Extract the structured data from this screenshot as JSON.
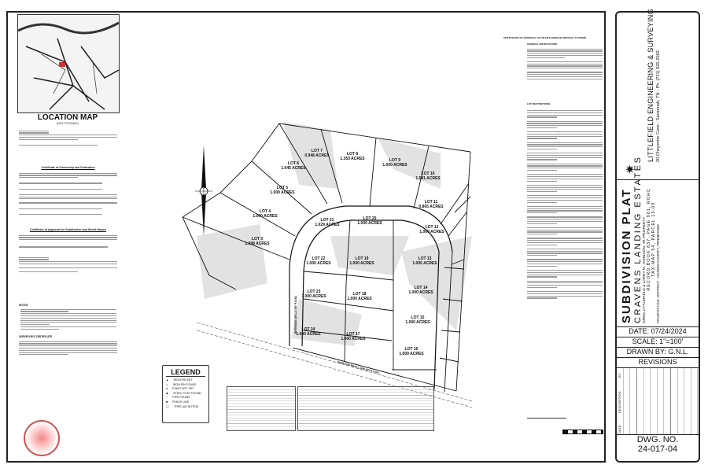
{
  "left_panel": {
    "location_map_title": "LOCATION MAP",
    "location_map_subtitle": "(NOT TO SCALE)",
    "cert_ownership_title": "Certificate of Ownership and Dedication",
    "cert_approval_title": "Certificate of Approval for Subdivision and Street Names",
    "notes_title": "NOTES:",
    "surveyor_cert_title": "SURVEYOR'S CERTIFICATE"
  },
  "sewage": {
    "title": "CERTIFICATE OF APPROVAL OF ON-SITE SEWAGE DISPOSAL SYSTEMS",
    "general": "GENERAL INSTRUCTIONS:",
    "restrictions": "LOT RESTRICTIONS:"
  },
  "plat": {
    "road_bottom": "HAMILTON ROCK LANE (50' R.O.W.)",
    "road_loop": "RIVERSIDE CIRCLE (50' R.O.W.)",
    "lots": [
      {
        "name": "LOT 3",
        "acres": "1.098 ACRES"
      },
      {
        "name": "LOT 4",
        "acres": "1.000 ACRES"
      },
      {
        "name": "LOT 5",
        "acres": "1.000 ACRES"
      },
      {
        "name": "LOT 6",
        "acres": "1.045 ACRES"
      },
      {
        "name": "LOT 7",
        "acres": "0.948 ACRES"
      },
      {
        "name": "LOT 8",
        "acres": "1.353 ACRES"
      },
      {
        "name": "LOT 9",
        "acres": "1.000 ACRES"
      },
      {
        "name": "LOT 10",
        "acres": "1.541 ACRES"
      },
      {
        "name": "LOT 11",
        "acres": "0.865 ACRES"
      },
      {
        "name": "LOT 12",
        "acres": "1.000 ACRES"
      },
      {
        "name": "LOT 13",
        "acres": "1.000 ACRES"
      },
      {
        "name": "LOT 14",
        "acres": "1.000 ACRES"
      },
      {
        "name": "LOT 15",
        "acres": "1.000 ACRES"
      },
      {
        "name": "LOT 16",
        "acres": "1.000 ACRES"
      },
      {
        "name": "LOT 17",
        "acres": "1.000 ACRES"
      },
      {
        "name": "LOT 18",
        "acres": "1.000 ACRES"
      },
      {
        "name": "LOT 19",
        "acres": "1.000 ACRES"
      },
      {
        "name": "LOT 20",
        "acres": "1.000 ACRES"
      },
      {
        "name": "LOT 21",
        "acres": "1.029 ACRES"
      },
      {
        "name": "LOT 22",
        "acres": "1.000 ACRES"
      },
      {
        "name": "LOT 23",
        "acres": "1.000 ACRES"
      },
      {
        "name": "LOT 24",
        "acres": "1.000 ACRES"
      }
    ]
  },
  "legend": {
    "title": "LEGEND",
    "items": [
      "IRON PIN SET",
      "IRON PIN FOUND",
      "POINT NOT SET",
      "STEEL POST FOUND",
      "PIPE FOUND",
      "FENCE LINE",
      "TREE (AS NOTED)"
    ]
  },
  "title_block": {
    "firm": "LITTLEFIELD ENGINEERING & SURVEYING",
    "address": "20 Cheyenne Cove - Savannah, TN - Ph. (731) 925-2069",
    "plat_title": "SUBDIVISION PLAT",
    "subdivision": "CRAVENS LANDING ESTATES",
    "owners": "GREG LITTLEFIELD & LARRY M. JOHNSON, JR. PROPERTY",
    "record": "RECORD BOOK 837, PAGE 901, ROHC",
    "tax": "TAX MAP 54, PARCEL 13.00",
    "district": "FOURTH CIVIL DISTRICT - HARDIN COUNTY, TENNESSEE",
    "date": "DATE: 07/24/2024",
    "scale": "SCALE: 1\"=100'",
    "drawn_by": "DRAWN BY: G.N.L.",
    "revisions": "REVISIONS",
    "rev_cols": [
      "DATE:",
      "DESCRIPTION:",
      "BY:"
    ],
    "dwg_label": "DWG. NO.",
    "dwg_no": "24-017-04"
  }
}
